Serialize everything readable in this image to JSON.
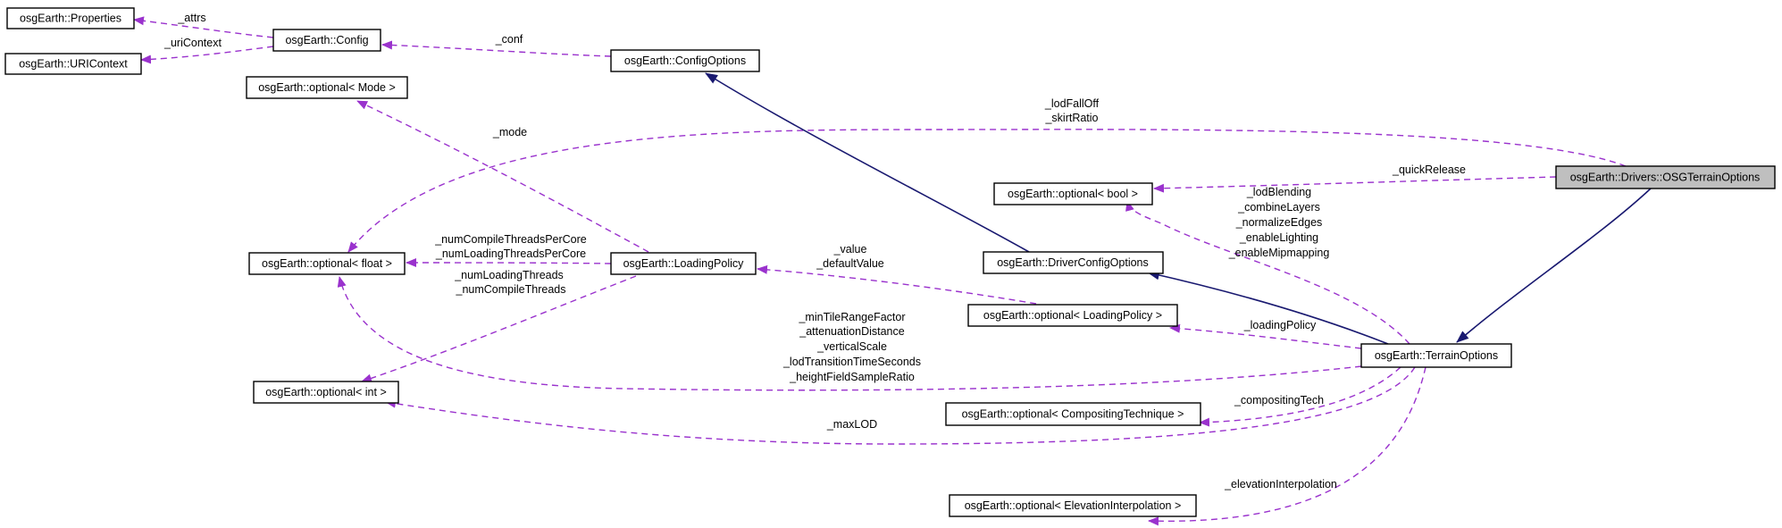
{
  "diagram": {
    "colors": {
      "usage_edge": "#9a32cd",
      "inheritance_edge": "#191970",
      "node_border": "#000000",
      "focus_node_fill": "#bfbfbf",
      "node_fill": "#ffffff"
    },
    "nodes": [
      {
        "id": "properties",
        "label": "osgEarth::Properties"
      },
      {
        "id": "uricontext",
        "label": "osgEarth::URIContext"
      },
      {
        "id": "config",
        "label": "osgEarth::Config"
      },
      {
        "id": "configoptions",
        "label": "osgEarth::ConfigOptions"
      },
      {
        "id": "opt_mode",
        "label": "osgEarth::optional< Mode >"
      },
      {
        "id": "opt_float",
        "label": "osgEarth::optional< float >"
      },
      {
        "id": "loadingpolicy",
        "label": "osgEarth::LoadingPolicy"
      },
      {
        "id": "opt_int",
        "label": "osgEarth::optional< int >"
      },
      {
        "id": "opt_bool",
        "label": "osgEarth::optional< bool >"
      },
      {
        "id": "driverconfigoptions",
        "label": "osgEarth::DriverConfigOptions"
      },
      {
        "id": "opt_loadingpolicy",
        "label": "osgEarth::optional< LoadingPolicy >"
      },
      {
        "id": "opt_compositing",
        "label": "osgEarth::optional< CompositingTechnique >"
      },
      {
        "id": "opt_elevation",
        "label": "osgEarth::optional< ElevationInterpolation >"
      },
      {
        "id": "terrainoptions",
        "label": "osgEarth::TerrainOptions"
      },
      {
        "id": "osgterrainoptions",
        "label": "osgEarth::Drivers::OSGTerrainOptions",
        "focus": true
      }
    ],
    "edges": [
      {
        "id": "e_attrs",
        "kind": "usage",
        "from": "config",
        "to": "properties",
        "labels": [
          "_attrs"
        ]
      },
      {
        "id": "e_uricontext",
        "kind": "usage",
        "from": "config",
        "to": "uricontext",
        "labels": [
          "_uriContext"
        ]
      },
      {
        "id": "e_conf",
        "kind": "usage",
        "from": "configoptions",
        "to": "config",
        "labels": [
          "_conf"
        ]
      },
      {
        "id": "e_mode",
        "kind": "usage",
        "from": "loadingpolicy",
        "to": "opt_mode",
        "labels": [
          "_mode"
        ]
      },
      {
        "id": "e_lp_float",
        "kind": "usage",
        "from": "loadingpolicy",
        "to": "opt_float",
        "labels": [
          "_numCompileThreadsPerCore",
          "_numLoadingThreadsPerCore"
        ]
      },
      {
        "id": "e_lp_int",
        "kind": "usage",
        "from": "loadingpolicy",
        "to": "opt_int",
        "labels": [
          "_numLoadingThreads",
          "_numCompileThreads"
        ]
      },
      {
        "id": "e_osg_float",
        "kind": "usage",
        "from": "osgterrainoptions",
        "to": "opt_float",
        "labels": [
          "_lodFallOff",
          "_skirtRatio"
        ]
      },
      {
        "id": "e_quickrelease",
        "kind": "usage",
        "from": "osgterrainoptions",
        "to": "opt_bool",
        "labels": [
          "_quickRelease"
        ]
      },
      {
        "id": "e_to_bool",
        "kind": "usage",
        "from": "terrainoptions",
        "to": "opt_bool",
        "labels": [
          "_lodBlending",
          "_combineLayers",
          "_normalizeEdges",
          "_enableLighting",
          "_enableMipmapping"
        ]
      },
      {
        "id": "e_value",
        "kind": "usage",
        "from": "opt_loadingpolicy",
        "to": "loadingpolicy",
        "labels": [
          "_value",
          "_defaultValue"
        ]
      },
      {
        "id": "e_loadingpolicy",
        "kind": "usage",
        "from": "terrainoptions",
        "to": "opt_loadingpolicy",
        "labels": [
          "_loadingPolicy"
        ]
      },
      {
        "id": "e_to_float",
        "kind": "usage",
        "from": "terrainoptions",
        "to": "opt_float",
        "labels": [
          "_minTileRangeFactor",
          "_attenuationDistance",
          "_verticalScale",
          "_lodTransitionTimeSeconds",
          "_heightFieldSampleRatio"
        ]
      },
      {
        "id": "e_compositing",
        "kind": "usage",
        "from": "terrainoptions",
        "to": "opt_compositing",
        "labels": [
          "_compositingTech"
        ]
      },
      {
        "id": "e_maxlod",
        "kind": "usage",
        "from": "terrainoptions",
        "to": "opt_int",
        "labels": [
          "_maxLOD"
        ]
      },
      {
        "id": "e_elevation",
        "kind": "usage",
        "from": "terrainoptions",
        "to": "opt_elevation",
        "labels": [
          "_elevationInterpolation"
        ]
      },
      {
        "id": "e_inh_dco",
        "kind": "inheritance",
        "from": "driverconfigoptions",
        "to": "configoptions",
        "labels": []
      },
      {
        "id": "e_inh_to",
        "kind": "inheritance",
        "from": "terrainoptions",
        "to": "driverconfigoptions",
        "labels": []
      },
      {
        "id": "e_inh_osg",
        "kind": "inheritance",
        "from": "osgterrainoptions",
        "to": "terrainoptions",
        "labels": []
      }
    ]
  }
}
